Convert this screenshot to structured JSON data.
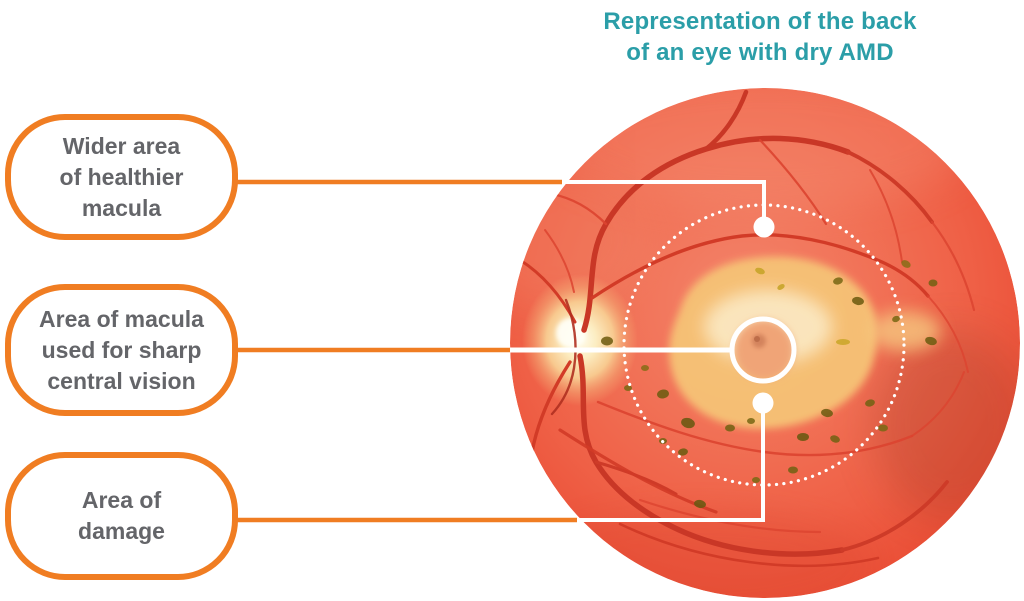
{
  "title": {
    "text": "Representation of the back\nof an eye with dry AMD"
  },
  "labels": [
    {
      "id": "wider-area",
      "text": "Wider area\nof healthier\nmacula"
    },
    {
      "id": "central-vision",
      "text": "Area of macula\nused for sharp\ncentral vision"
    },
    {
      "id": "damage",
      "text": "Area of\ndamage"
    }
  ],
  "colors": {
    "accent_orange": "#F07D22",
    "title_teal": "#2B9EA8",
    "label_gray": "#646569",
    "overlay_white": "#FFFFFF",
    "retina_red": "#EE5C43",
    "macula_yellow": "#F6C276",
    "vessel_red": "#CE3B28",
    "drusen_olive": "#6F5D12"
  }
}
